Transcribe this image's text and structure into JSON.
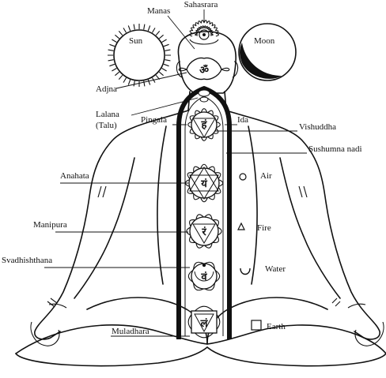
{
  "labels": {
    "sahasrara": "Sahasrara",
    "manas": "Manas",
    "sun": "Sun",
    "moon": "Moon",
    "adjna": "Adjna",
    "lalana": "Lalana",
    "talu": "(Talu)",
    "pingala": "Pingala",
    "ida": "Ida",
    "vishuddha": "Vishuddha",
    "sushumna": "Sushumna nadi",
    "anahata": "Anahata",
    "air": "Air",
    "manipura": "Manipura",
    "fire": "Fire",
    "svadhishthana": "Svadhishthana",
    "water": "Water",
    "muladhara": "Muladhara",
    "earth": "Earth"
  },
  "glyphs": {
    "om": "ॐ",
    "ham": "हं",
    "yam": "यं",
    "ram": "रं",
    "vam": "वं",
    "lam": "लं"
  }
}
